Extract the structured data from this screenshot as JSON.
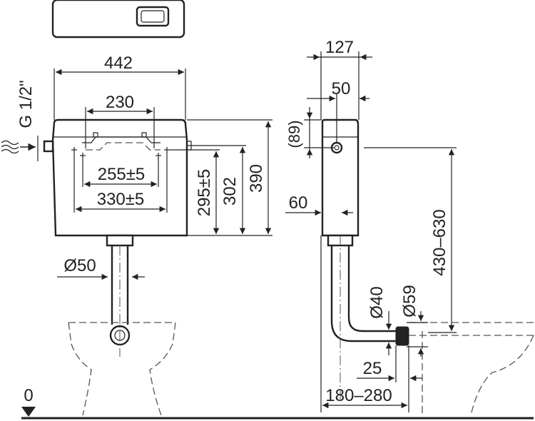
{
  "dimensions": {
    "width_total": "442",
    "mount_spacing": "230",
    "hole_spacing_inner": "255±5",
    "hole_spacing_outer": "330±5",
    "height_holes": "295±5",
    "height_inlet": "302",
    "height_total": "390",
    "inlet_thread": "G 1/2\"",
    "flush_pipe_diameter": "Ø50",
    "depth_total": "127",
    "depth_top": "50",
    "inlet_offset": "(89)",
    "pipe_offset": "60",
    "height_range": "430–630",
    "pipe_diameter_small": "Ø40",
    "pipe_diameter_large": "Ø59",
    "pipe_length": "25",
    "wall_distance": "180–280",
    "floor_level": "0"
  }
}
